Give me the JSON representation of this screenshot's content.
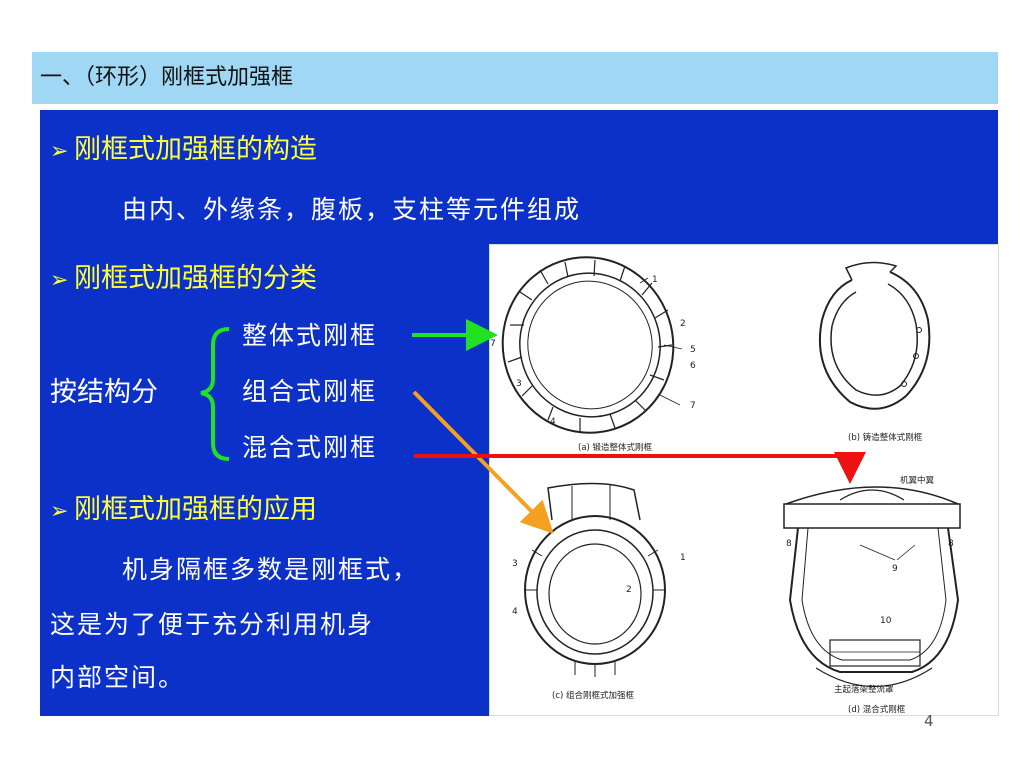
{
  "slide": {
    "title": "一、（环形）刚框式加强框",
    "page_number": "4",
    "sections": [
      {
        "bullet": "➢",
        "heading": "刚框式加强框的构造",
        "text": "由内、外缘条，腹板，支柱等元件组成"
      },
      {
        "bullet": "➢",
        "heading": "刚框式加强框的分类"
      },
      {
        "bullet": "➢",
        "heading": "刚框式加强框的应用",
        "text_lines": [
          "机身隔框多数是刚框式，",
          "这是为了便于充分利用机身",
          "内部空间。"
        ]
      }
    ],
    "classification": {
      "label": "按结构分",
      "items": [
        "整体式刚框",
        "组合式刚框",
        "混合式刚框"
      ]
    },
    "figures": {
      "a": {
        "caption": "(a) 锻造整体式刚框",
        "numbers": [
          "1",
          "2",
          "3",
          "4",
          "5",
          "6",
          "7",
          "7"
        ]
      },
      "b": {
        "caption": "(b) 铸造整体式刚框"
      },
      "c": {
        "caption": "(c) 组合刚框式加强框",
        "numbers": [
          "1",
          "2",
          "3",
          "4"
        ]
      },
      "d": {
        "caption": "(d) 混合式刚框",
        "numbers": [
          "8",
          "8",
          "9",
          "10"
        ],
        "label_top": "机翼中翼",
        "label_bottom": "主起落架整流罩"
      }
    },
    "colors": {
      "title_bg": "#9fd7f5",
      "content_bg": "#0b31c8",
      "heading": "#ffff3a",
      "arrow_green": "#22e022",
      "arrow_orange": "#f5a020",
      "arrow_red": "#ee1111"
    }
  }
}
